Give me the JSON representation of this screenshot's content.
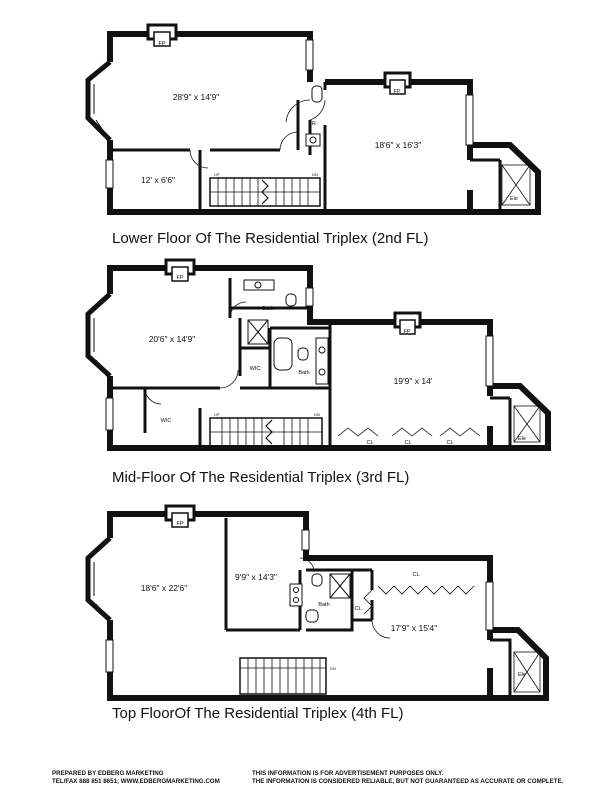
{
  "floors": [
    {
      "caption": "Lower Floor Of The Residential Triplex (2nd FL)",
      "labels": {
        "fp1": "FP",
        "fp2": "FP",
        "room1": "28'9\" x 14'9\"",
        "room2": "18'6\" x 16'3\"",
        "room3": "12' x 6'6\"",
        "pr": "PR",
        "ele": "Ele",
        "up": "UP",
        "dn": "DN"
      }
    },
    {
      "caption": "Mid-Floor Of The Residential Triplex (3rd FL)",
      "labels": {
        "fp1": "FP",
        "fp2": "FP",
        "room1": "20'6\" x 14'9\"",
        "room2": "19'9\" x 14'",
        "bath1": "Bath",
        "bath2": "Bath",
        "wic1": "WIC",
        "wic2": "WIC",
        "cl1": "CL",
        "cl2": "CL",
        "cl3": "CL",
        "ele": "Ele",
        "up": "UP",
        "dn": "DN"
      }
    },
    {
      "caption": "Top FloorOf The Residential Triplex (4th FL)",
      "labels": {
        "fp1": "FP",
        "room1": "18'6\" x 22'6\"",
        "room2": "9'9\" x 14'3\"",
        "room3": "17'9\" x 15'4\"",
        "bath": "Bath",
        "cl1": "CL",
        "cl2": "CL",
        "ele": "Ele",
        "dn": "DN"
      }
    }
  ],
  "footer": {
    "left_line1": "PREPARED BY EDBERG MARKETING",
    "left_line2": "TEL/FAX 888 851 8651; WWW.EDBERGMARKETING.COM",
    "right_line1": "THIS INFORMATION IS FOR ADVERTISEMENT PURPOSES ONLY.",
    "right_line2": "THE INFORMATION IS CONSIDERED RELIABLE, BUT NOT GUARANTEED AS ACCURATE OR COMPLETE."
  }
}
